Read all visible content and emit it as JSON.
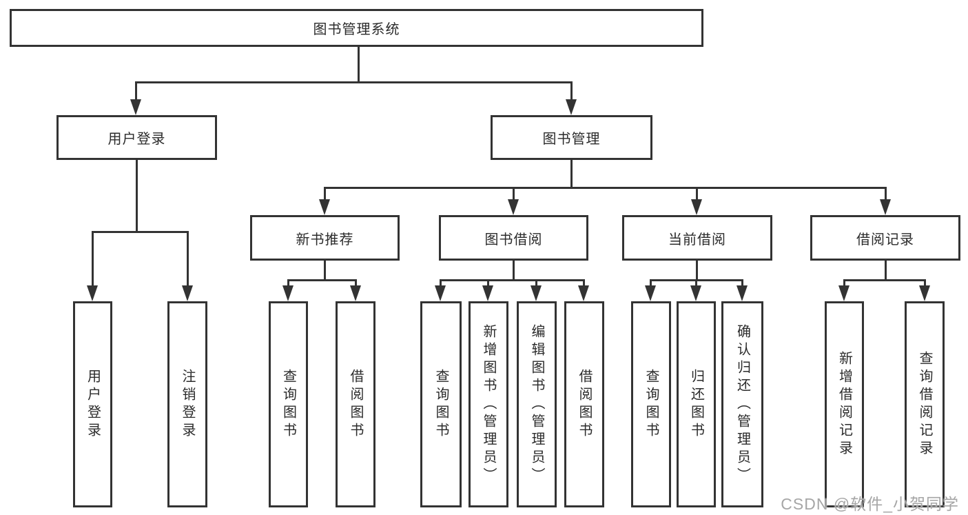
{
  "diagram_title": "图书管理系统",
  "tree": {
    "root": {
      "label": "图书管理系统"
    },
    "children": [
      {
        "label": "用户登录",
        "children": [
          {
            "label": "用户登录"
          },
          {
            "label": "注销登录"
          }
        ]
      },
      {
        "label": "图书管理",
        "children": [
          {
            "label": "新书推荐",
            "children": [
              {
                "label": "查询图书"
              },
              {
                "label": "借阅图书"
              }
            ]
          },
          {
            "label": "图书借阅",
            "children": [
              {
                "label": "查询图书"
              },
              {
                "label": "新增图书（管理员）"
              },
              {
                "label": "编辑图书（管理员）"
              },
              {
                "label": "借阅图书"
              }
            ]
          },
          {
            "label": "当前借阅",
            "children": [
              {
                "label": "查询图书"
              },
              {
                "label": "归还图书"
              },
              {
                "label": "确认归还（管理员）"
              }
            ]
          },
          {
            "label": "借阅记录",
            "children": [
              {
                "label": "新增借阅记录"
              },
              {
                "label": "查询借阅记录"
              }
            ]
          }
        ]
      }
    ]
  },
  "watermark": {
    "text": "CSDN @软件_小贺同学"
  },
  "colors": {
    "line": "#333333",
    "text": "#2b2b2b",
    "background": "#ffffff",
    "watermark_text": "#a6a6a6"
  }
}
